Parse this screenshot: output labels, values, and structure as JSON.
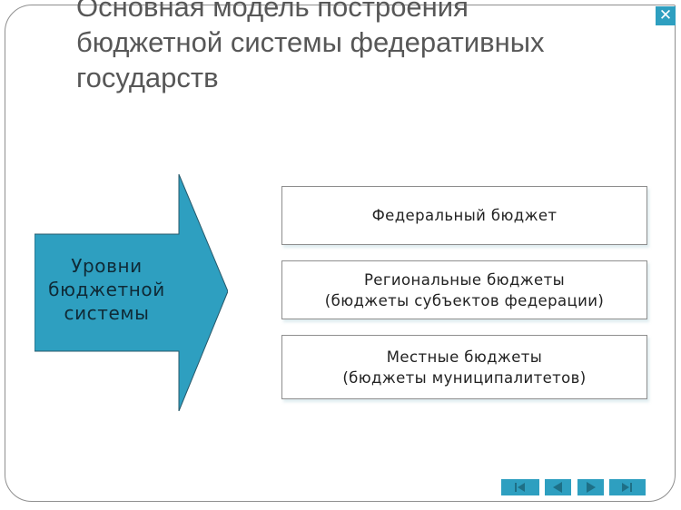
{
  "slide": {
    "title_lines": [
      "Основная модель построения",
      "бюджетной системы федеративных",
      "государств"
    ],
    "close_button": {
      "icon": "close-icon",
      "glyph": "✕"
    }
  },
  "diagram": {
    "arrow": {
      "label_lines": [
        "Уровни",
        "бюджетной",
        "системы"
      ],
      "color": "#2E9FC0"
    },
    "levels": [
      {
        "lines": [
          "Федеральный бюджет"
        ]
      },
      {
        "lines": [
          "Региональные бюджеты",
          "(бюджеты субъектов федерации)"
        ]
      },
      {
        "lines": [
          "Местные бюджеты",
          "(бюджеты муниципалитетов)"
        ]
      }
    ]
  },
  "navigation": {
    "buttons": [
      {
        "name": "first-slide",
        "icon": "skip-to-start-icon"
      },
      {
        "name": "previous-slide",
        "icon": "triangle-left-icon"
      },
      {
        "name": "next-slide",
        "icon": "triangle-right-icon"
      },
      {
        "name": "last-slide",
        "icon": "skip-to-end-icon"
      }
    ],
    "color": "#2E9FC0"
  }
}
